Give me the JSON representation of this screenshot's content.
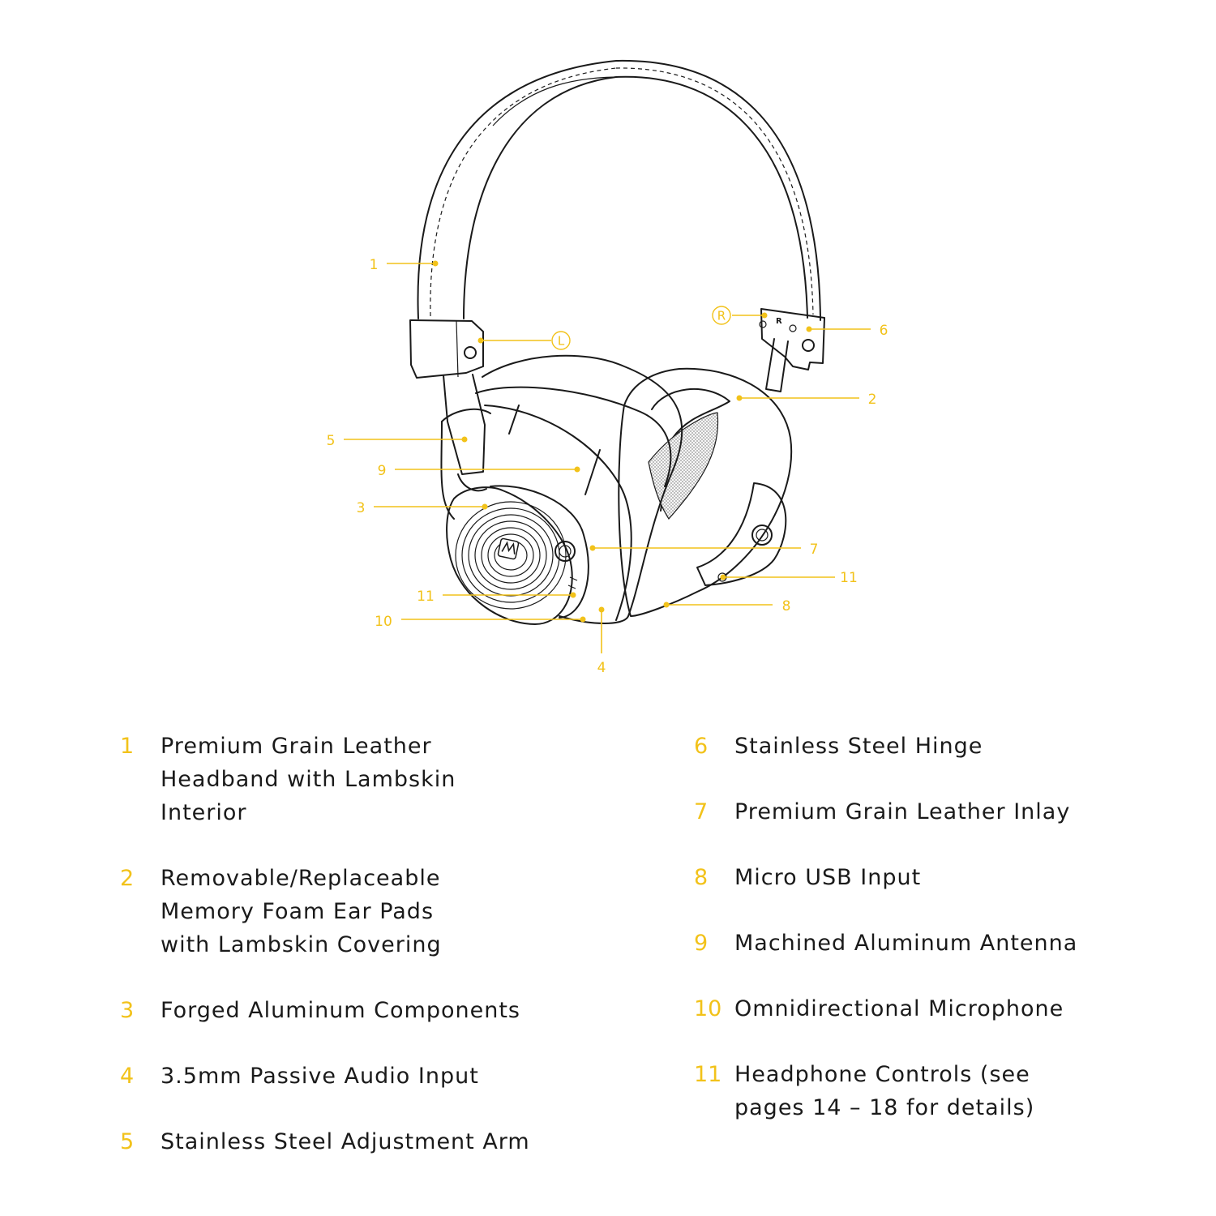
{
  "colors": {
    "accent": "#f2c21a",
    "ink": "#1a1a1a",
    "background": "#ffffff"
  },
  "diagram": {
    "side_markers": {
      "left": "L",
      "right": "R"
    },
    "yoke_label": "R",
    "callouts": [
      "1",
      "2",
      "3",
      "4",
      "5",
      "6",
      "7",
      "8",
      "9",
      "10",
      "11",
      "11"
    ]
  },
  "legend": {
    "left": [
      {
        "num": "1",
        "text": "Premium Grain Leather\nHeadband with Lambskin\nInterior"
      },
      {
        "num": "2",
        "text": "Removable/Replaceable\nMemory Foam Ear Pads\nwith Lambskin Covering"
      },
      {
        "num": "3",
        "text": "Forged Aluminum Components"
      },
      {
        "num": "4",
        "text": "3.5mm Passive Audio Input"
      },
      {
        "num": "5",
        "text": "Stainless Steel Adjustment Arm"
      }
    ],
    "right": [
      {
        "num": "6",
        "text": "Stainless Steel Hinge"
      },
      {
        "num": "7",
        "text": "Premium Grain Leather Inlay"
      },
      {
        "num": "8",
        "text": "Micro USB Input"
      },
      {
        "num": "9",
        "text": "Machined Aluminum Antenna"
      },
      {
        "num": "10",
        "text": "Omnidirectional Microphone"
      },
      {
        "num": "11",
        "text": "Headphone Controls (see\npages 14 – 18 for details)"
      }
    ]
  }
}
